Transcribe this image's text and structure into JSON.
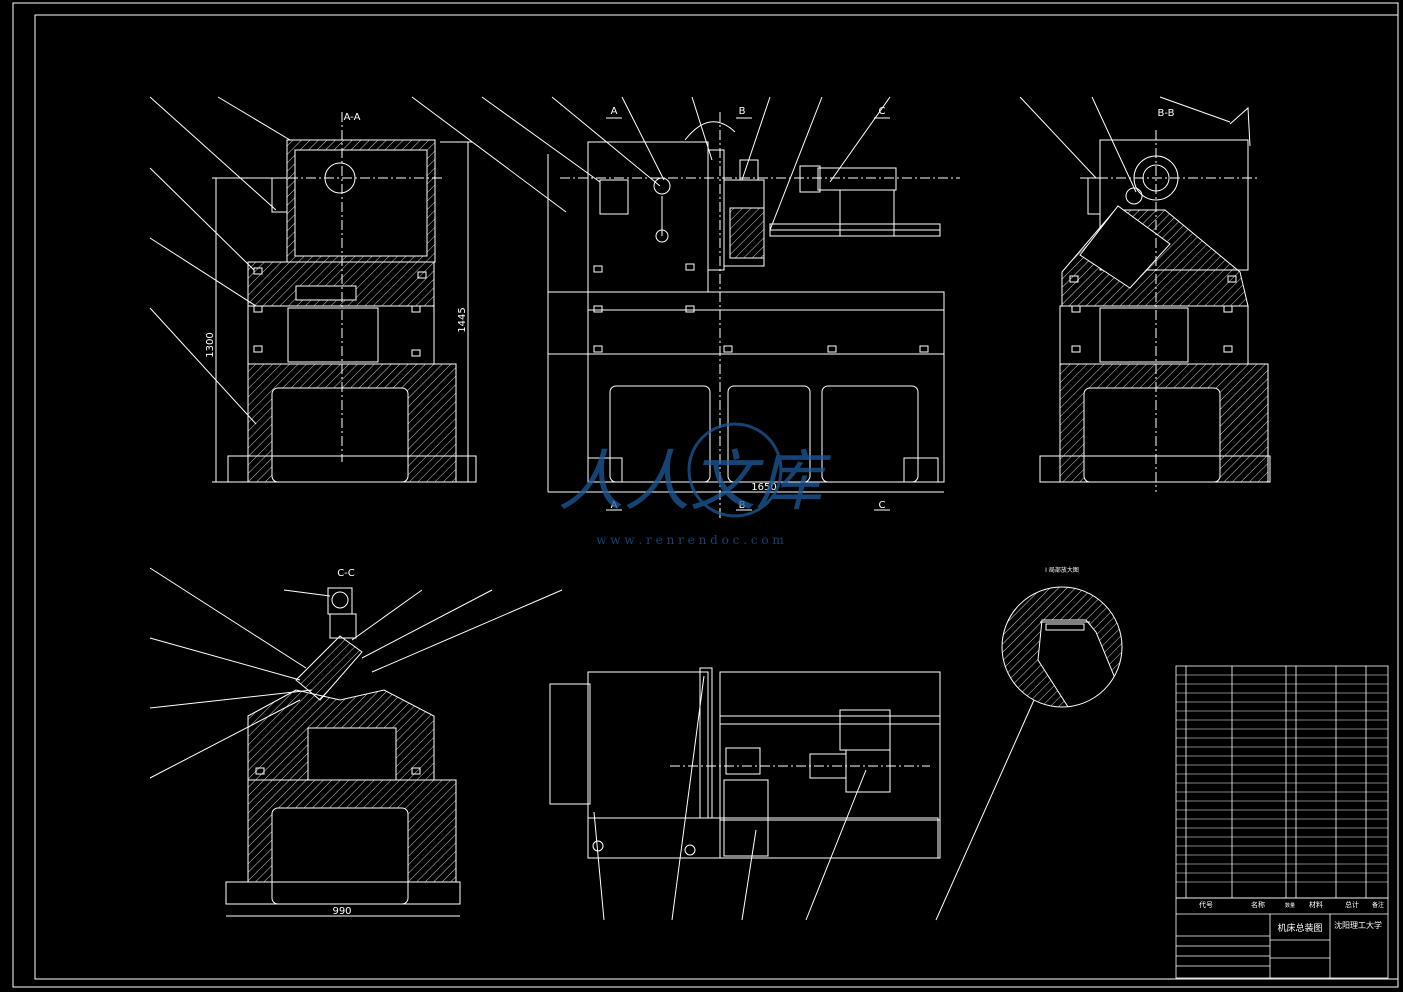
{
  "views": {
    "aa_title": "A-A",
    "bb_title": "B-B",
    "cc_title": "C-C",
    "section_marks": [
      "A",
      "B",
      "C"
    ],
    "detail_title": "I 局部放大图"
  },
  "dimensions": {
    "height_total": "1445",
    "height_partial": "1300",
    "length": "1650",
    "width": "990"
  },
  "watermark": {
    "cjk": "人人文库",
    "url": "w w w . r e n r e n d o c . c o m"
  },
  "title_block": {
    "drawing_name": "机床总装图",
    "school": "沈阳理工大学",
    "col_code": "代号",
    "col_name": "名称",
    "col_qty": "数量",
    "col_material": "材料",
    "col_total": "总计",
    "col_remark": "备注"
  },
  "colors": {
    "background": "#000000",
    "lines": "#ffffff",
    "watermark": "#1d5a9a"
  }
}
